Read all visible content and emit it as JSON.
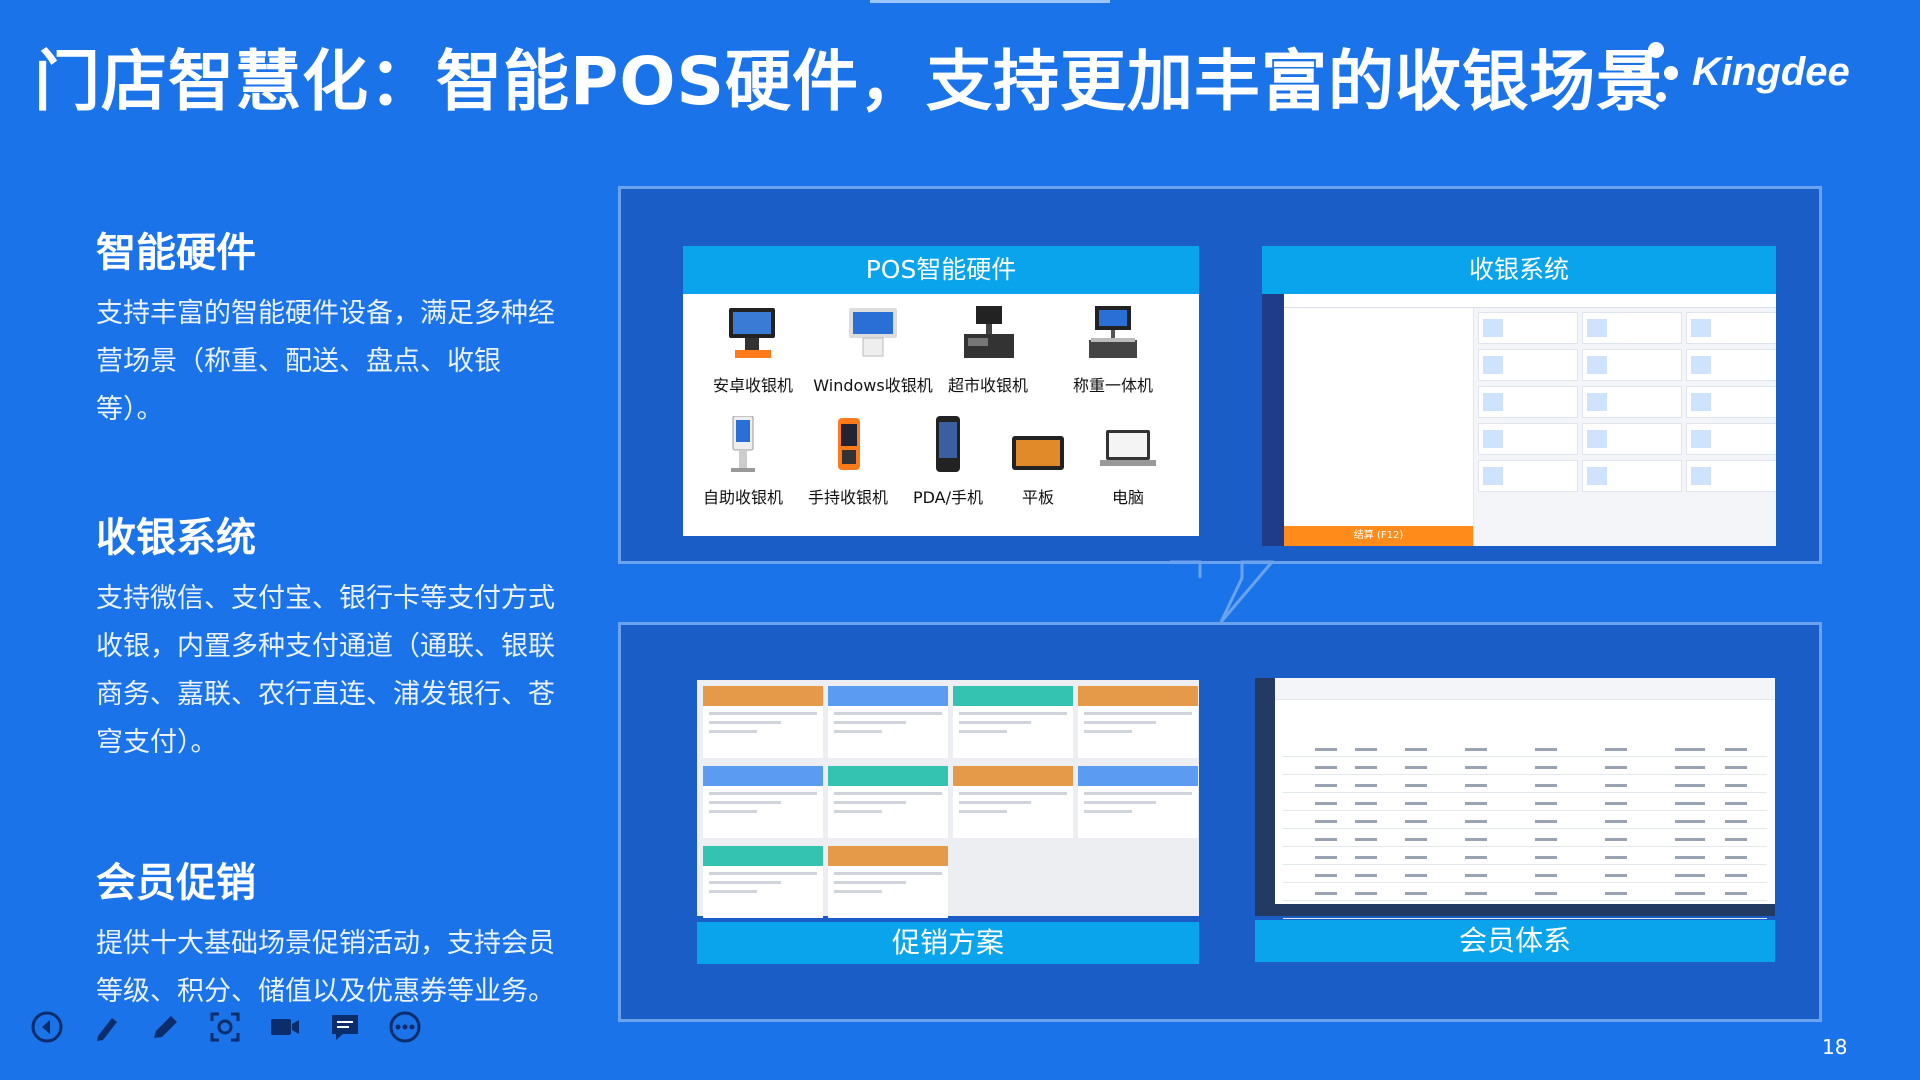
{
  "title": "门店智慧化：智能POS硬件，支持更加丰富的收银场景",
  "logo": {
    "text": "Kingdee"
  },
  "sections": [
    {
      "heading": "智能硬件",
      "body": "支持丰富的智能硬件设备，满足多种经营场景（称重、配送、盘点、收银等）。"
    },
    {
      "heading": "收银系统",
      "body": "支持微信、支付宝、银行卡等支付方式收银，内置多种支付通道（通联、银联商务、嘉联、农行直连、浦发银行、苍穹支付）。"
    },
    {
      "heading": "会员促销",
      "body": "提供十大基础场景促销活动，支持会员等级、积分、储值以及优惠券等业务。"
    }
  ],
  "panels": {
    "hardware": {
      "title": "POS智能硬件",
      "items": [
        {
          "label": "安卓收银机",
          "icon": "android-pos-icon"
        },
        {
          "label": "Windows收银机",
          "icon": "windows-pos-icon"
        },
        {
          "label": "超市收银机",
          "icon": "supermarket-pos-icon"
        },
        {
          "label": "称重一体机",
          "icon": "scale-pos-icon"
        },
        {
          "label": "自助收银机",
          "icon": "kiosk-icon"
        },
        {
          "label": "手持收银机",
          "icon": "handheld-pos-icon"
        },
        {
          "label": "PDA/手机",
          "icon": "pda-icon"
        },
        {
          "label": "平板",
          "icon": "tablet-icon"
        },
        {
          "label": "电脑",
          "icon": "laptop-icon"
        }
      ]
    },
    "cashier": {
      "title": "收银系统",
      "pay_label": "结算 (F12)"
    },
    "promo": {
      "caption": "促销方案",
      "card_colors": [
        "#e59a4a",
        "#5b9cf2",
        "#35c3b1",
        "#e59a4a",
        "#5b9cf2",
        "#35c3b1",
        "#e59a4a",
        "#5b9cf2",
        "#35c3b1",
        "#e59a4a"
      ]
    },
    "member": {
      "caption": "会员体系"
    }
  },
  "page_number": "18",
  "toolbar": {
    "icons": [
      "back-icon",
      "pen-slash-icon",
      "pencil-icon",
      "screenshot-icon",
      "video-icon",
      "comment-icon",
      "more-icon"
    ]
  },
  "colors": {
    "background": "#1a73e8",
    "panel_head": "#0aa4ec",
    "frame_border": "#6aa2ee"
  }
}
